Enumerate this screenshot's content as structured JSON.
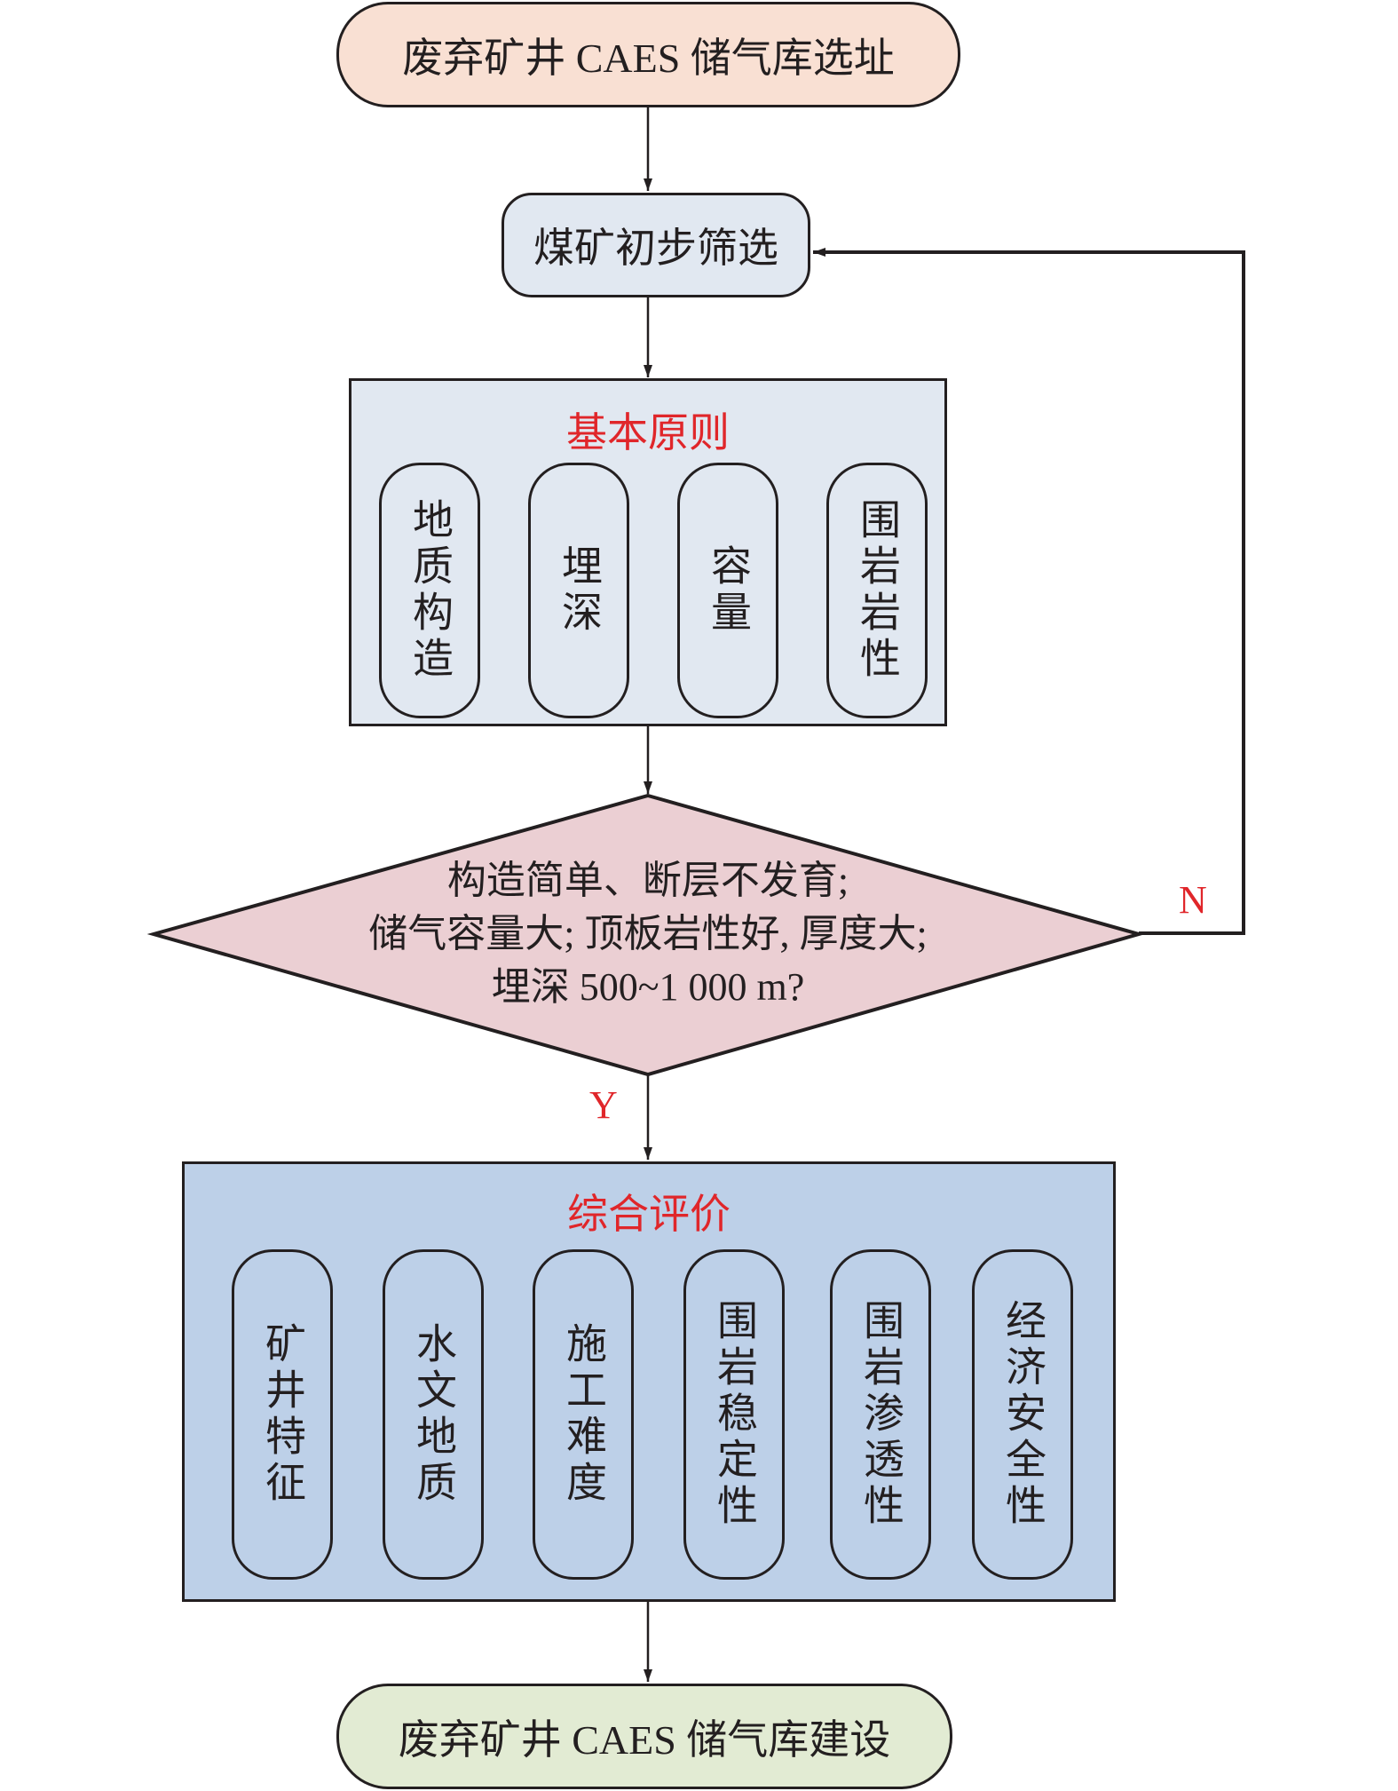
{
  "colors": {
    "start_fill": "#f9e0d3",
    "screen_fill": "#e1e8f1",
    "principles_fill": "#e1e8f1",
    "decision_fill": "#ebcfd3",
    "evaluation_fill": "#bdd0e8",
    "end_fill": "#e2ebd3",
    "accent_red": "#e0262a",
    "stroke": "#231f20"
  },
  "start": {
    "label": "废弃矿井 CAES 储气库选址"
  },
  "screening": {
    "label": "煤矿初步筛选"
  },
  "principles": {
    "title": "基本原则",
    "items": [
      {
        "label": "地质构造"
      },
      {
        "label": "埋深"
      },
      {
        "label": "容量"
      },
      {
        "label": "围岩岩性"
      }
    ]
  },
  "decision": {
    "lines": [
      "构造简单、断层不发育;",
      "储气容量大; 顶板岩性好, 厚度大;",
      "埋深 500~1 000 m?"
    ],
    "yes_label": "Y",
    "no_label": "N"
  },
  "evaluation": {
    "title": "综合评价",
    "items": [
      {
        "label": "矿井特征"
      },
      {
        "label": "水文地质"
      },
      {
        "label": "施工难度"
      },
      {
        "label": "围岩稳定性"
      },
      {
        "label": "围岩渗透性"
      },
      {
        "label": "经济安全性"
      }
    ]
  },
  "end": {
    "label": "废弃矿井 CAES 储气库建设"
  }
}
